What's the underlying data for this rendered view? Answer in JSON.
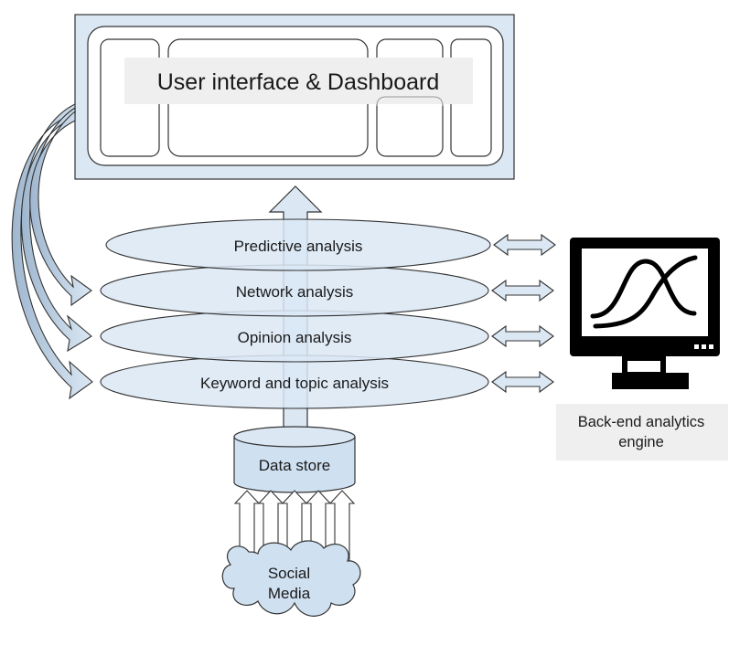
{
  "dashboard": {
    "title": "User interface & Dashboard"
  },
  "layers": [
    {
      "label": "Predictive analysis"
    },
    {
      "label": "Network analysis"
    },
    {
      "label": "Opinion analysis"
    },
    {
      "label": "Keyword and topic analysis"
    }
  ],
  "data_store": {
    "label": "Data store"
  },
  "social_media": {
    "line1": "Social",
    "line2": "Media"
  },
  "engine": {
    "line1": "Back-end analytics",
    "line2": "engine"
  },
  "colors": {
    "light_blue": "#dbe8f4",
    "mid_blue": "#cfe0f1",
    "stroke": "#333333",
    "label_bg": "#efefef"
  }
}
